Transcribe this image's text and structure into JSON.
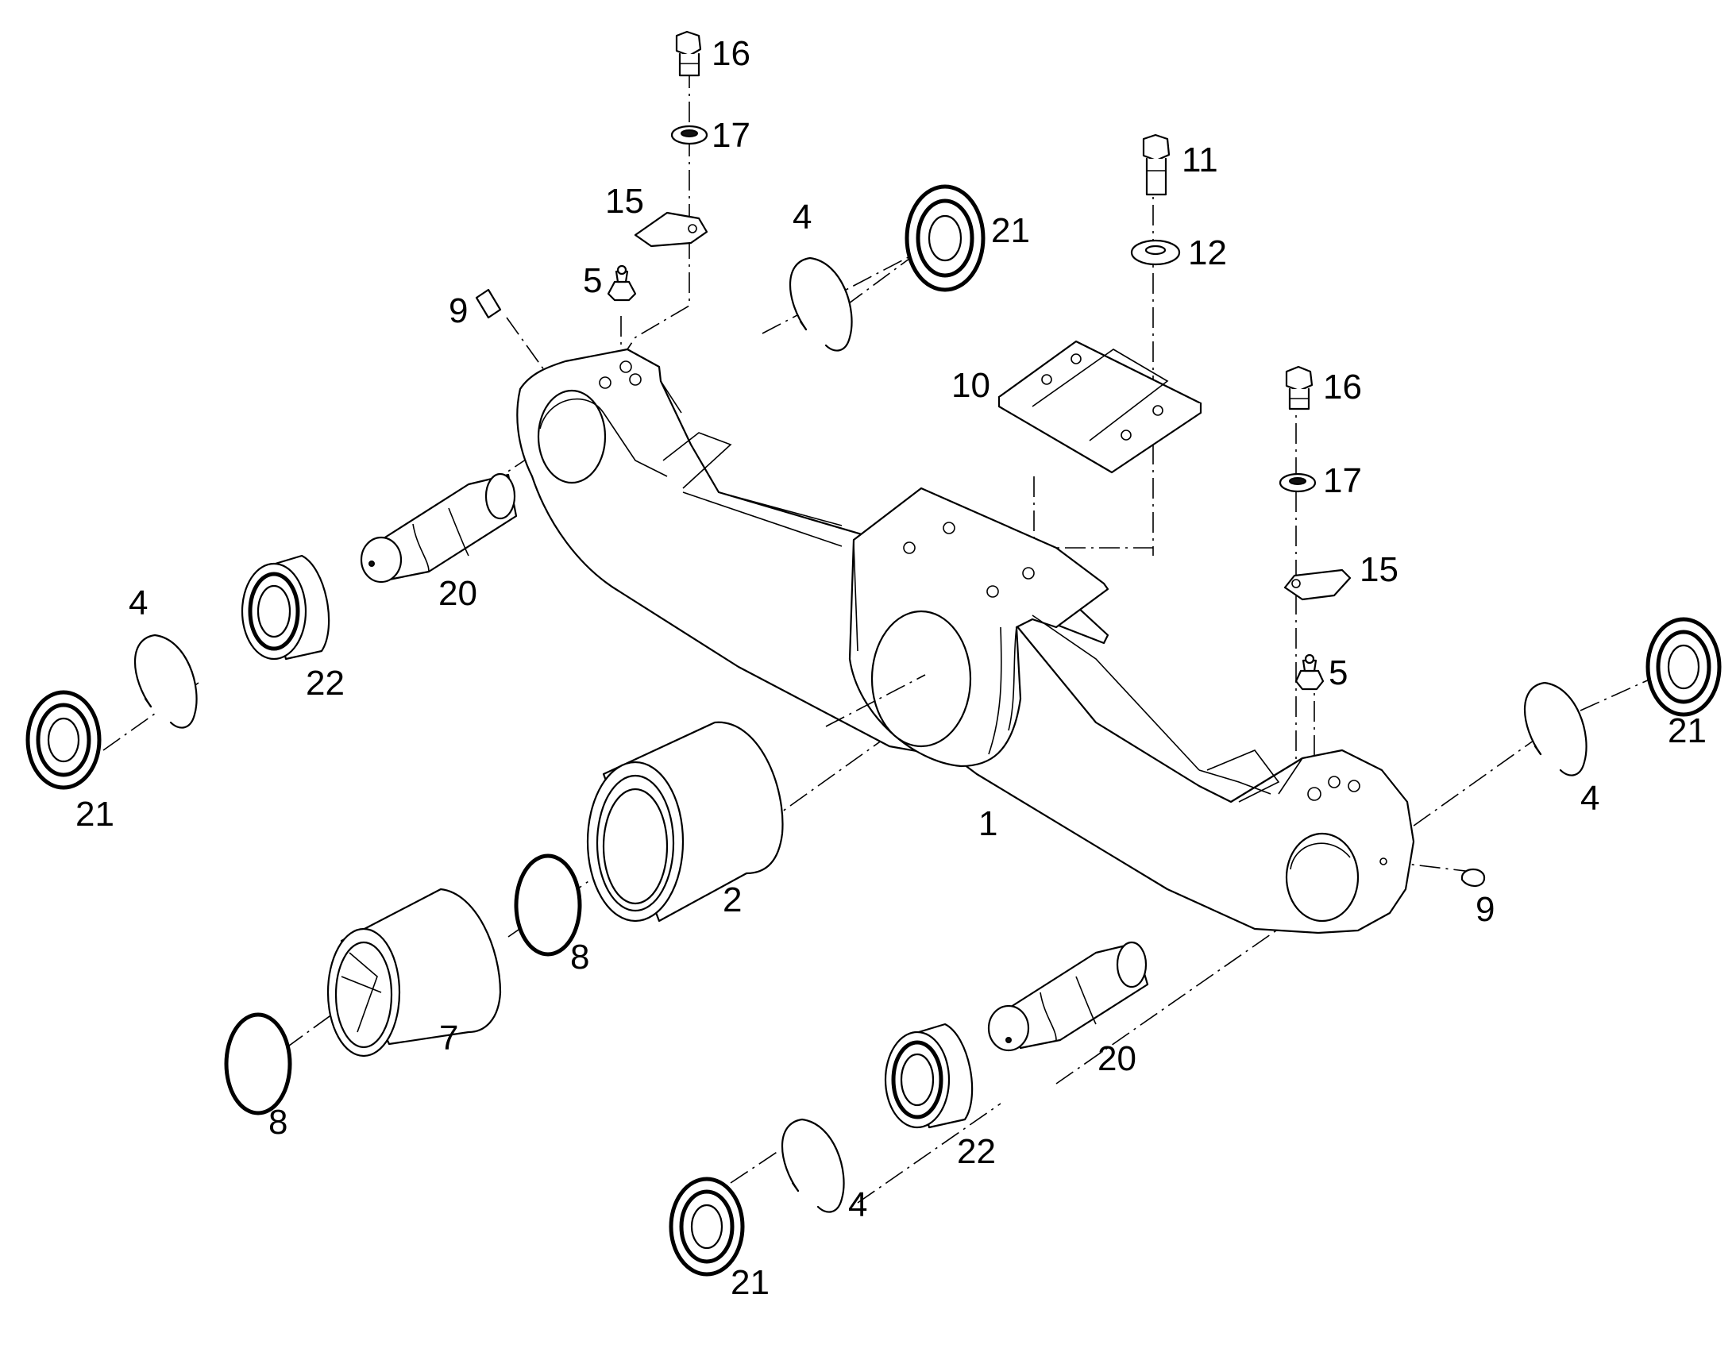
{
  "diagram": {
    "line_color": "#000000",
    "background": "#ffffff",
    "callouts": {
      "main_frame": "1",
      "bushing_large": "2",
      "circlip_top_left": "4",
      "circlip_left": "4",
      "circlip_right": "4",
      "circlip_bottom": "4",
      "grease_fitting_top": "5",
      "grease_fitting_right": "5",
      "bushing_small": "7",
      "ring_upper": "8",
      "ring_lower": "8",
      "plug_top_left": "9",
      "plug_right": "9",
      "wear_plate": "10",
      "bolt_center": "11",
      "washer_center": "12",
      "lock_plate_top": "15",
      "lock_plate_right": "15",
      "bolt_top": "16",
      "bolt_right": "16",
      "washer_top": "17",
      "washer_right": "17",
      "pin_upper": "20",
      "pin_lower": "20",
      "seal_top": "21",
      "seal_left": "21",
      "seal_right": "21",
      "seal_bottom": "21",
      "bearing_upper": "22",
      "bearing_lower": "22"
    }
  }
}
